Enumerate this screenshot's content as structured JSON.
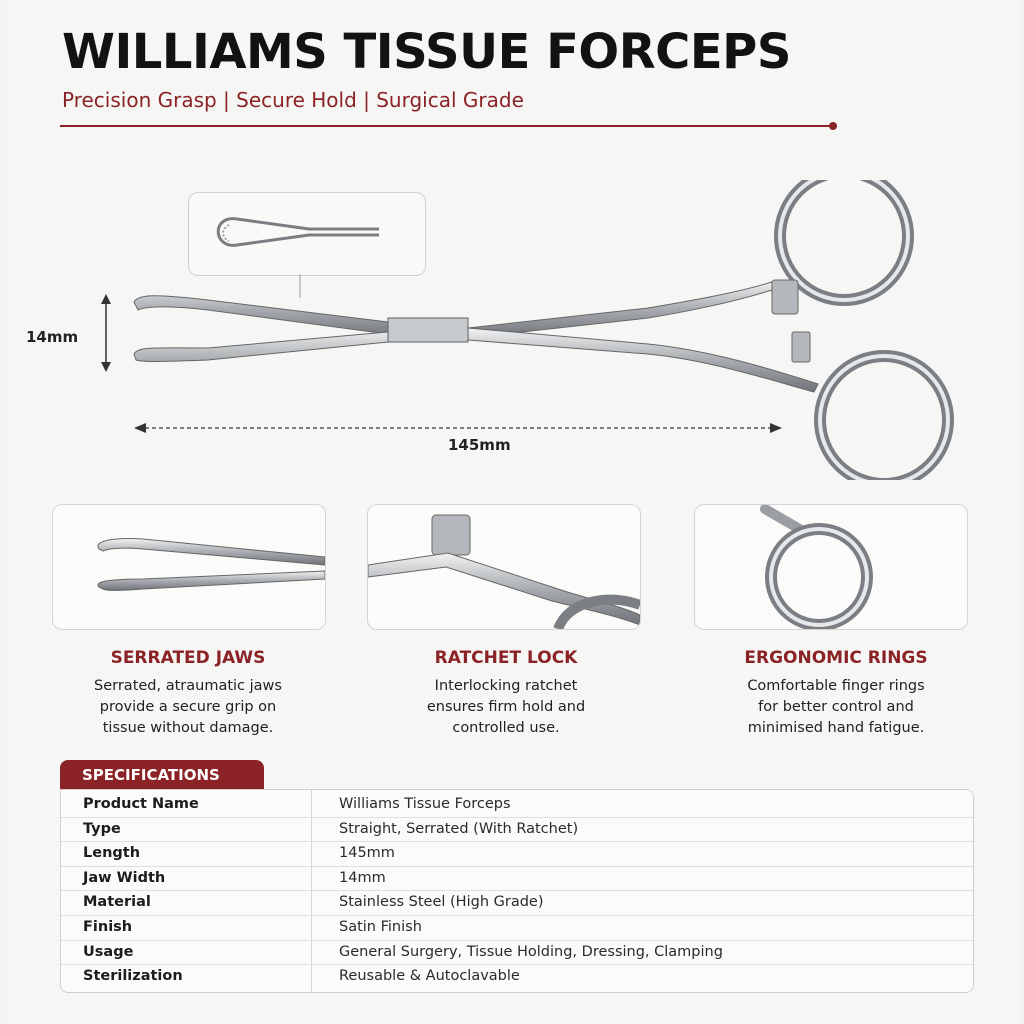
{
  "title": "WILLIAMS TISSUE FORCEPS",
  "subtitle": "Precision Grasp | Secure Hold | Surgical Grade",
  "dimensions": {
    "height_label": "14mm",
    "length_label": "145mm"
  },
  "features": [
    {
      "title": "SERRATED JAWS",
      "lines": [
        "Serrated, atraumatic jaws",
        "provide a secure grip on",
        "tissue without damage."
      ]
    },
    {
      "title": "RATCHET LOCK",
      "lines": [
        "Interlocking ratchet",
        "ensures firm hold and",
        "controlled use."
      ]
    },
    {
      "title": "ERGONOMIC RINGS",
      "lines": [
        "Comfortable finger rings",
        "for better control and",
        "minimised hand fatigue."
      ]
    }
  ],
  "specifications": {
    "tab_label": "SPECIFICATIONS",
    "rows": [
      {
        "key": "Product Name",
        "value": "Williams Tissue Forceps"
      },
      {
        "key": "Type",
        "value": "Straight, Serrated (With Ratchet)"
      },
      {
        "key": "Length",
        "value": "145mm"
      },
      {
        "key": "Jaw Width",
        "value": "14mm"
      },
      {
        "key": "Material",
        "value": "Stainless Steel (High Grade)"
      },
      {
        "key": "Finish",
        "value": "Satin Finish"
      },
      {
        "key": "Usage",
        "value": "General Surgery, Tissue Holding, Dressing, Clamping"
      },
      {
        "key": "Sterilization",
        "value": "Reusable & Autoclavable"
      }
    ]
  },
  "colors": {
    "accent": "#8b2226",
    "steel_dark": "#6f7378",
    "steel_light": "#e6e8ea"
  }
}
